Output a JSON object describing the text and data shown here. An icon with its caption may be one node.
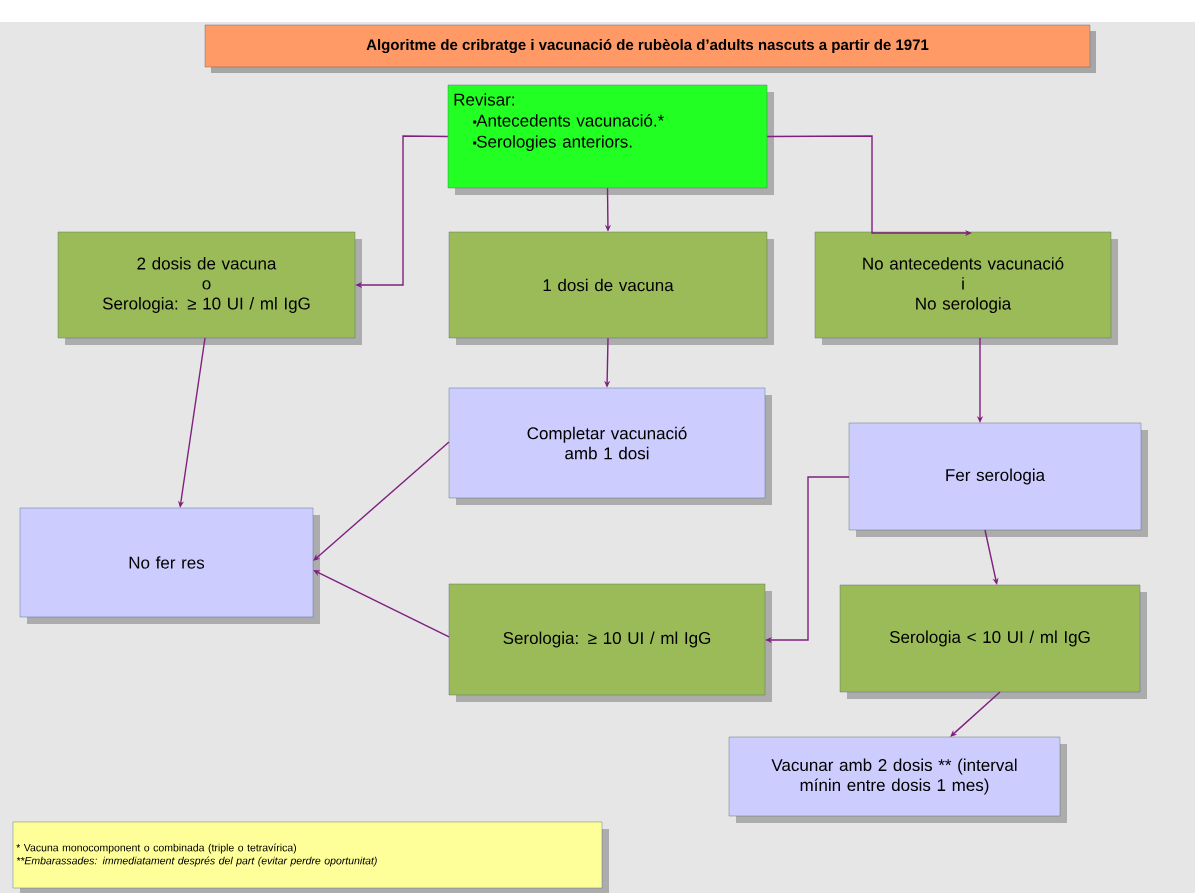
{
  "diagram": {
    "title": "Algoritme de cribratge i vacunació de rubèola d’adults nascuts a partir de 1971",
    "nodes": [
      {
        "text": [
          "Revisar:",
          "Antecedents vacunació.*",
          "Serologies anteriors."
        ]
      },
      {
        "text": [
          "2 dosis de vacuna",
          "o",
          "Serologia: ≥ 10 UI / ml IgG"
        ]
      },
      {
        "text": [
          "1 dosi de vacuna"
        ]
      },
      {
        "text": [
          "No antecedents vacunació",
          "i",
          "No serologia"
        ]
      },
      {
        "text": [
          "Completar vacunació amb 1 dosi"
        ]
      },
      {
        "text": [
          "Fer serologia"
        ]
      },
      {
        "text": [
          "No fer res"
        ]
      },
      {
        "text": [
          "Serologia: ≥ 10 UI / ml IgG"
        ]
      },
      {
        "text": [
          "Serologia < 10 UI / ml IgG"
        ]
      },
      {
        "text": [
          "Vacunar amb 2 dosis ** (interval mínin entre dosis 1 mes)"
        ]
      },
      {
        "text": [
          "* Vacuna monocomponent o combinada (triple o tetravírica)",
          "**Embarassades: immediatament després del part (evitar perdre oportunitat)"
        ]
      }
    ],
    "edges": [
      {
        "from": 0,
        "to": 1,
        "arrow": "to"
      },
      {
        "from": 0,
        "to": 2,
        "arrow": "to"
      },
      {
        "from": 0,
        "to": 3,
        "arrow": "to"
      },
      {
        "from": 1,
        "to": 6,
        "arrow": "to"
      },
      {
        "from": 2,
        "to": 4,
        "arrow": "to"
      },
      {
        "from": 3,
        "to": 5,
        "arrow": "to"
      },
      {
        "from": 4,
        "to": 6,
        "arrow": "to"
      },
      {
        "from": 7,
        "to": 6,
        "arrow": "to"
      },
      {
        "from": 5,
        "to": 7,
        "arrow": "to"
      },
      {
        "from": 5,
        "to": 8,
        "arrow": "to"
      },
      {
        "from": 8,
        "to": 9,
        "arrow": "to"
      }
    ]
  }
}
